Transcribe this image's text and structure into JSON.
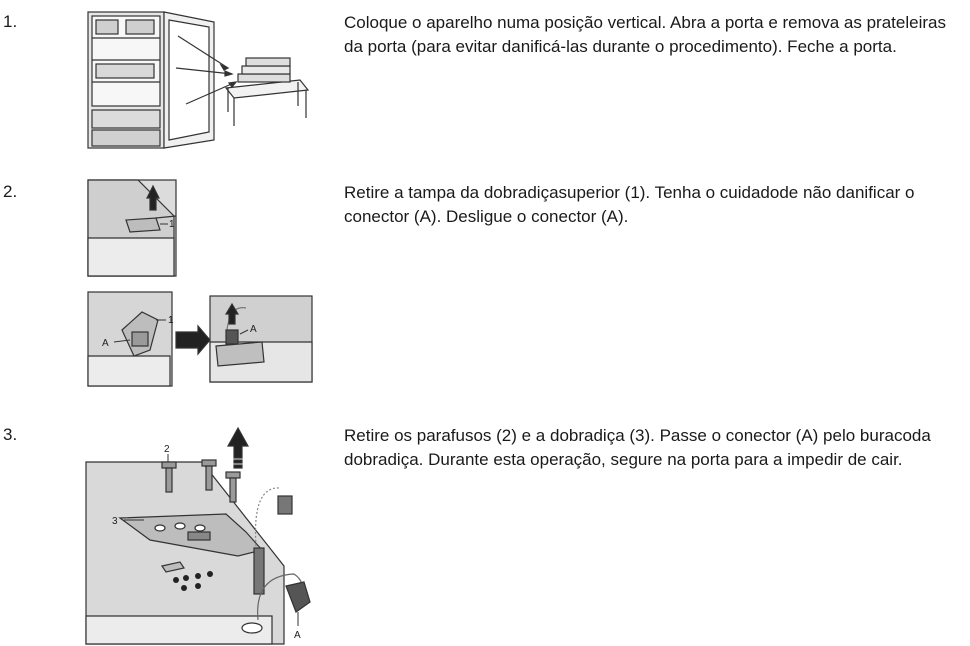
{
  "steps": [
    {
      "number": "1.",
      "text": "Coloque o aparelho numa posição vertical. Abra a porta e remova as prateleiras da porta (para evitar danificá-las durante o procedimento). Feche a porta.",
      "figure": "fridge-open-door-shelves-removed"
    },
    {
      "number": "2.",
      "text": "Retire a tampa da dobradiçasuperior (1). Tenha o cuidadode não danificar o conector (A). Desligue o conector (A).",
      "figure": "hinge-cover-and-connector",
      "labels": {
        "part1": "1",
        "part1b": "1",
        "connector": "A",
        "connector_b": "A"
      }
    },
    {
      "number": "3.",
      "text": "Retire os parafusos (2) e a dobradiça (3). Passe o conector (A) pelo buracoda dobradiça. Durante esta operação, segure na porta para a impedir de cair.",
      "figure": "hinge-screws-removal",
      "labels": {
        "screws": "2",
        "hinge": "3",
        "connector": "A"
      }
    }
  ]
}
